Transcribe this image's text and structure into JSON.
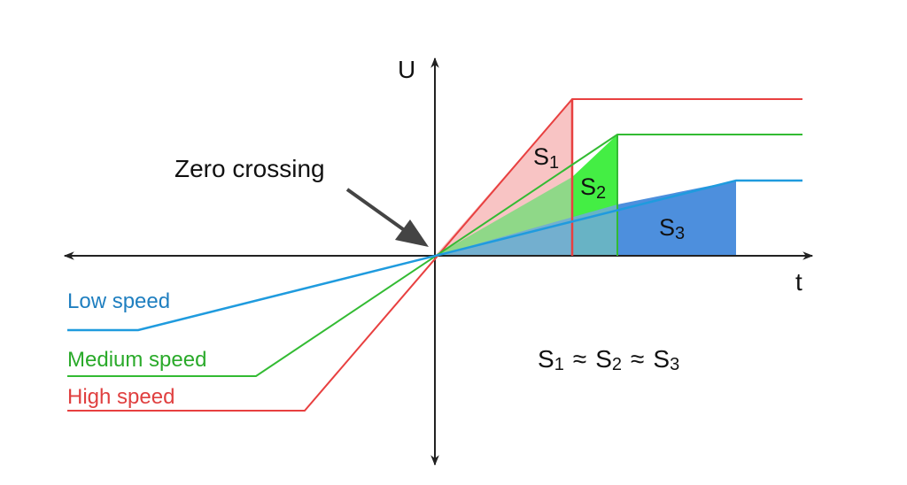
{
  "labels": {
    "u_axis": "U",
    "t_axis": "t",
    "zero_crossing": "Zero crossing",
    "area_s1": {
      "letter": "S",
      "subscript": "1"
    },
    "area_s2": {
      "letter": "S",
      "subscript": "2"
    },
    "area_s3": {
      "letter": "S",
      "subscript": "3"
    },
    "equation": {
      "parts": [
        {
          "letter": "S",
          "subscript": "1"
        },
        {
          "letter": "S",
          "subscript": "2"
        },
        {
          "letter": "S",
          "subscript": "3"
        }
      ],
      "operator": "≈"
    }
  },
  "legend": [
    {
      "id": "low",
      "label": "Low speed",
      "color": "#1f9bde"
    },
    {
      "id": "medium",
      "label": "Medium speed",
      "color": "#33bb33"
    },
    {
      "id": "high",
      "label": "High speed",
      "color": "#e84040"
    }
  ],
  "colors": {
    "axis": "#222222",
    "arrow": "#444444",
    "high_fill": "#f8c4c4",
    "medium_fill": "#8fd888",
    "medium_fill_bright": "#44ee44",
    "low_fill": "#6fa8dc",
    "low_fill_dark": "#4d8fdd"
  }
}
